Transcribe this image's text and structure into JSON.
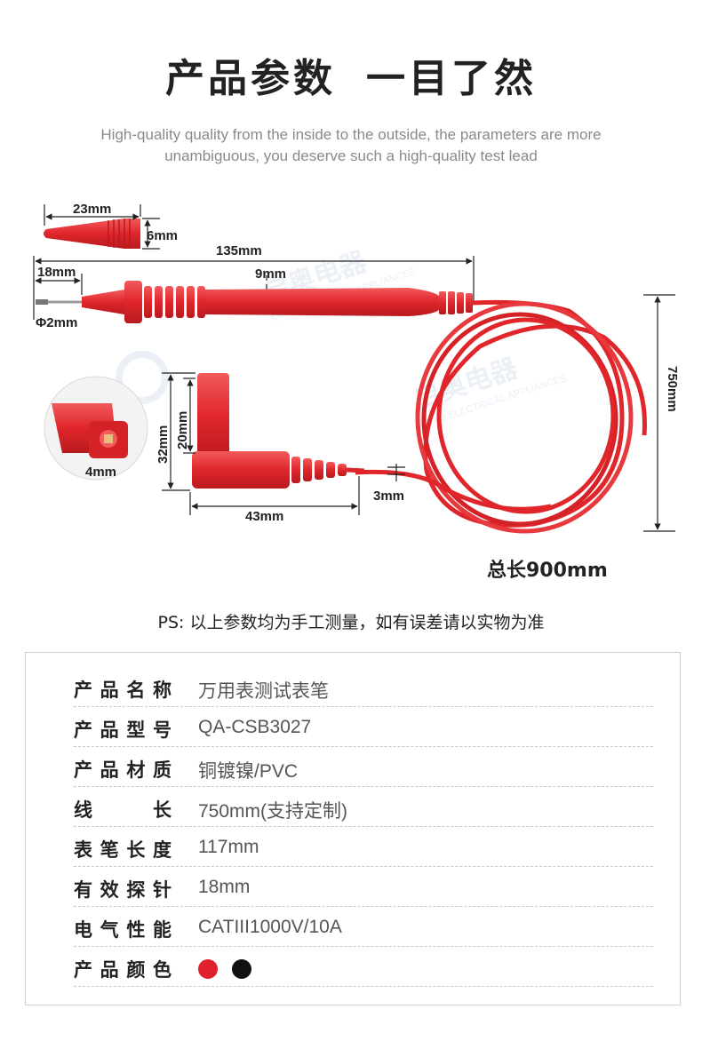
{
  "header": {
    "title_left": "产品参数",
    "title_right": "一目了然",
    "subtitle_line1": "High-quality quality from the inside to the outside, the parameters are more",
    "subtitle_line2": "unambiguous, you deserve such a high-quality test lead"
  },
  "diagram": {
    "cap_length": "23mm",
    "cap_diameter": "6mm",
    "probe_length": "135mm",
    "tip_length": "18mm",
    "grip_diameter": "9mm",
    "tip_diameter": "Φ2mm",
    "socket_diameter": "4mm",
    "plug_total_height": "32mm",
    "plug_upper_height": "20mm",
    "plug_length": "43mm",
    "cable_diameter": "3mm",
    "coil_length": "750mm",
    "total_length": "总长900mm",
    "watermark_brand": "启奥电器",
    "watermark_sub": "QIAO ELECTRICAL APPLIANCES",
    "colors": {
      "lead": "#e0262b",
      "lead_dark": "#b81a1e",
      "lead_light": "#f25a5c"
    }
  },
  "note": "PS:  以上参数均为手工测量，如有误差请以实物为准",
  "specs": [
    {
      "label": "产品名称",
      "value": "万用表测试表笔"
    },
    {
      "label": "产品型号",
      "value": "QA-CSB3027"
    },
    {
      "label": "产品材质",
      "value": "铜镀镍/PVC"
    },
    {
      "label": "线长",
      "value": "750mm(支持定制)"
    },
    {
      "label": "表笔长度",
      "value": "117mm"
    },
    {
      "label": "有效探针",
      "value": "18mm"
    },
    {
      "label": "电气性能",
      "value": "CATIII1000V/10A"
    },
    {
      "label": "产品颜色",
      "value": "",
      "colors": [
        "#e0202a",
        "#111111"
      ]
    }
  ]
}
